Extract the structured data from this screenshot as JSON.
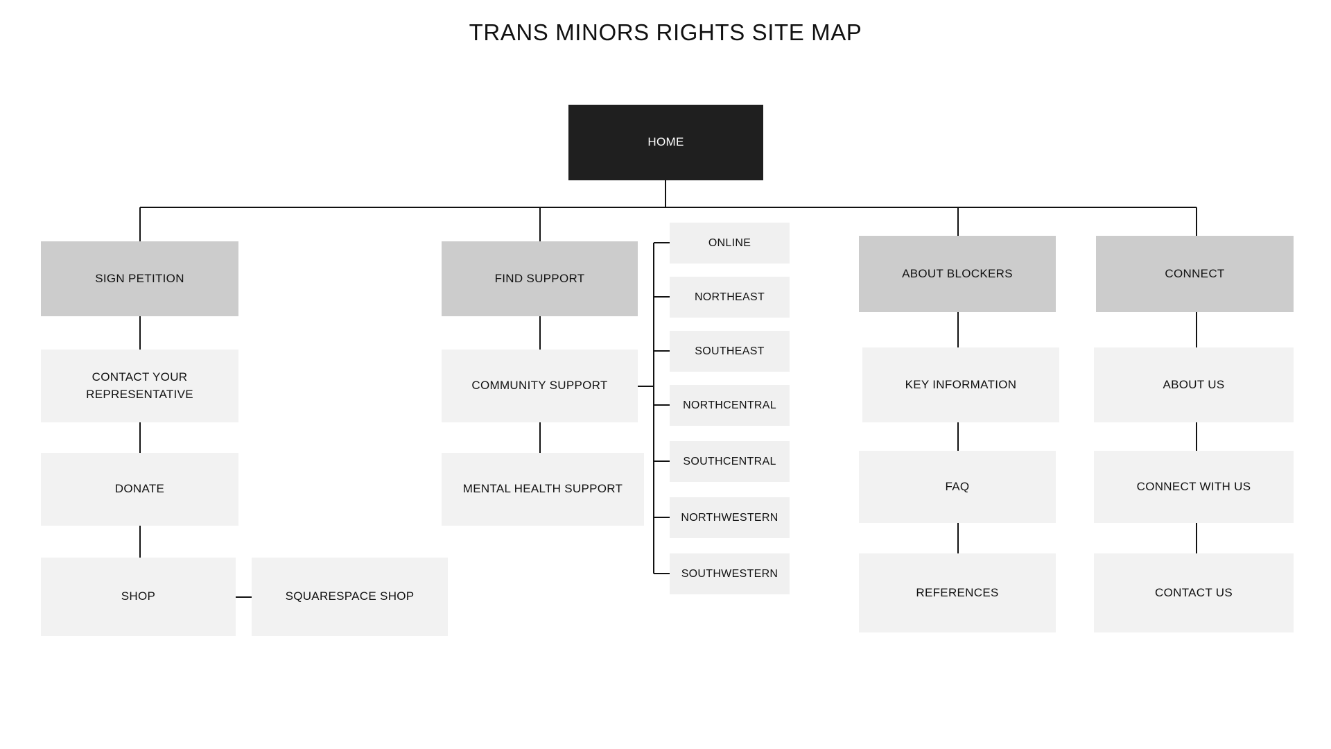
{
  "page": {
    "title": "TRANS MINORS RIGHTS SITE MAP",
    "background": "#ffffff"
  },
  "colors": {
    "root_fill": "#1f1f1f",
    "root_text": "#ffffff",
    "level1_fill": "#cccccc",
    "level2_fill": "#f2f2f2",
    "region_fill": "#f0f0f0",
    "edge": "#111111",
    "text": "#111111"
  },
  "nodes": {
    "root": {
      "label": "HOME"
    },
    "branches": [
      {
        "id": "sign-petition",
        "label": "SIGN PETITION",
        "children": [
          {
            "id": "contact-your-representative",
            "label": "CONTACT YOUR REPRESENTATIVE"
          },
          {
            "id": "donate",
            "label": "DONATE"
          },
          {
            "id": "shop",
            "label": "SHOP"
          }
        ],
        "sibling": {
          "id": "squarespace-shop",
          "label": "SQUARESPACE SHOP"
        }
      },
      {
        "id": "find-support",
        "label": "FIND SUPPORT",
        "children": [
          {
            "id": "community-support",
            "label": "COMMUNITY SUPPORT"
          },
          {
            "id": "mental-health-support",
            "label": "MENTAL HEALTH SUPPORT"
          }
        ]
      },
      {
        "id": "about-blockers",
        "label": "ABOUT BLOCKERS",
        "children": [
          {
            "id": "key-information",
            "label": "KEY INFORMATION"
          },
          {
            "id": "faq",
            "label": "FAQ"
          },
          {
            "id": "references",
            "label": "REFERENCES"
          }
        ]
      },
      {
        "id": "connect",
        "label": "CONNECT",
        "children": [
          {
            "id": "about-us",
            "label": "ABOUT US"
          },
          {
            "id": "connect-with-us",
            "label": "CONNECT WITH US"
          },
          {
            "id": "contact-us",
            "label": "CONTACT US"
          }
        ]
      }
    ],
    "regions": {
      "parent": "community-support",
      "items": [
        {
          "id": "online",
          "label": "ONLINE"
        },
        {
          "id": "northeast",
          "label": "NORTHEAST"
        },
        {
          "id": "southeast",
          "label": "SOUTHEAST"
        },
        {
          "id": "northcentral",
          "label": "NORTHCENTRAL"
        },
        {
          "id": "southcentral",
          "label": "SOUTHCENTRAL"
        },
        {
          "id": "northwestern",
          "label": "NORTHWESTERN"
        },
        {
          "id": "southwestern",
          "label": "SOUTHWESTERN"
        }
      ]
    }
  }
}
